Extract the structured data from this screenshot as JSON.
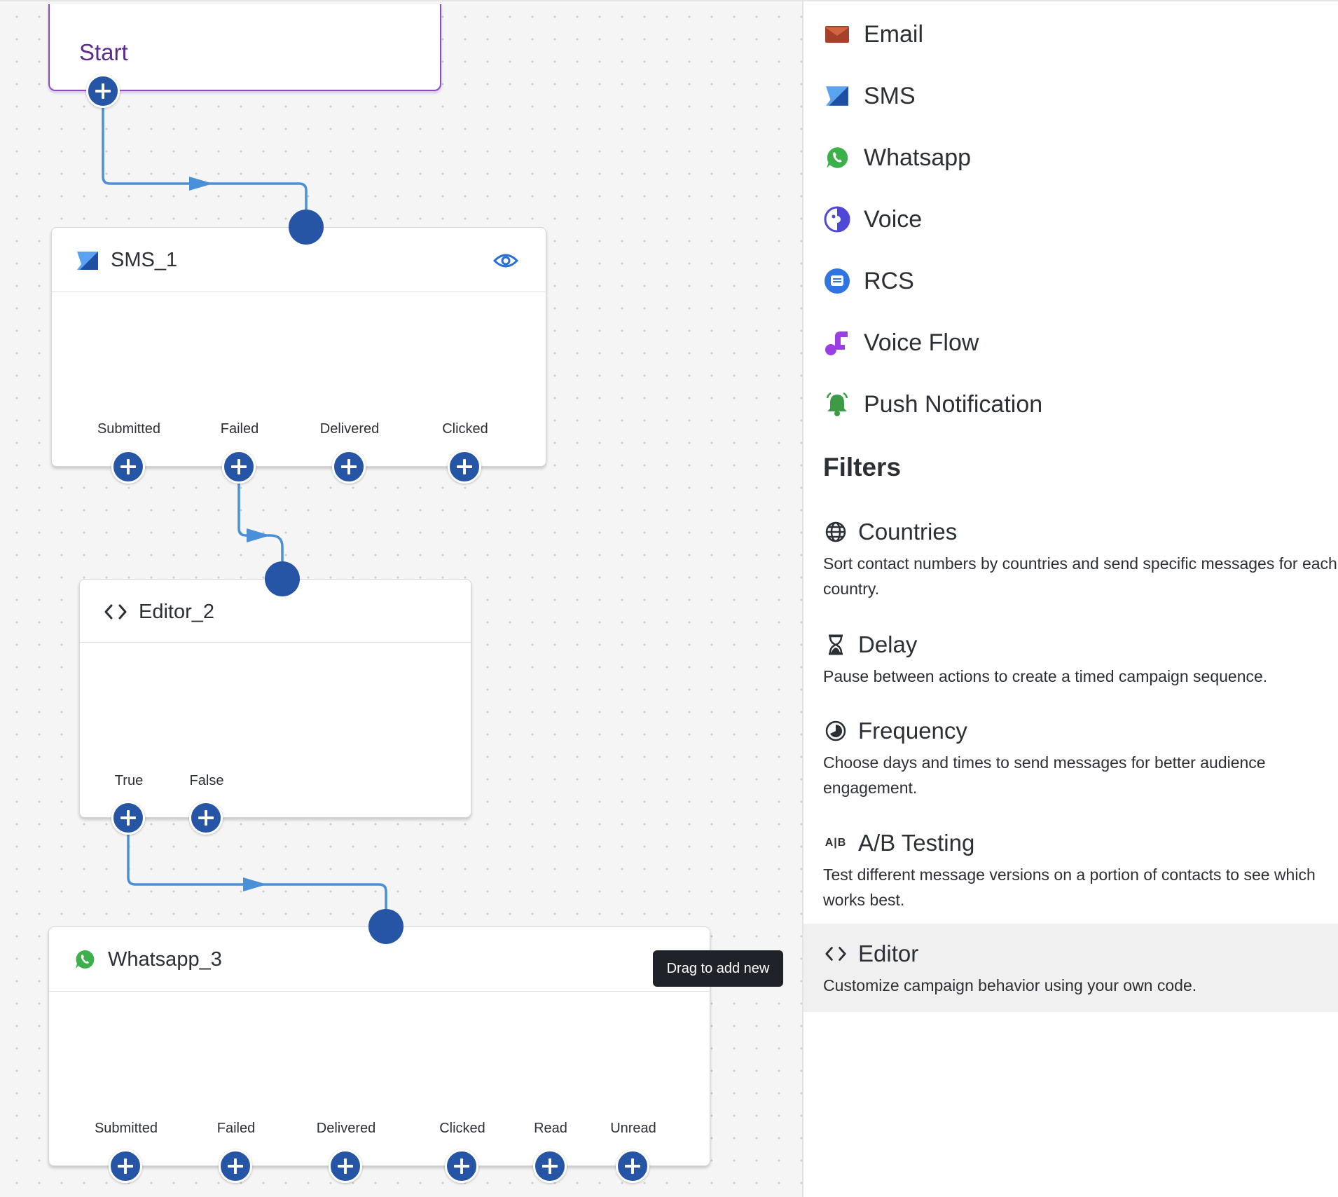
{
  "canvas": {
    "start_node": {
      "title": "Start"
    },
    "sms_node": {
      "title": "SMS_1",
      "outputs": [
        "Submitted",
        "Failed",
        "Delivered",
        "Clicked"
      ]
    },
    "editor_node": {
      "title": "Editor_2",
      "outputs": [
        "True",
        "False"
      ]
    },
    "whatsapp_node": {
      "title": "Whatsapp_3",
      "outputs": [
        "Submitted",
        "Failed",
        "Delivered",
        "Clicked",
        "Read",
        "Unread"
      ]
    },
    "tooltip": "Drag to add new"
  },
  "panel": {
    "channels": [
      {
        "label": "Email",
        "icon": "email-icon",
        "color": "#a5412b"
      },
      {
        "label": "SMS",
        "icon": "sms-icon",
        "color": "#2a6fd6"
      },
      {
        "label": "Whatsapp",
        "icon": "whatsapp-icon",
        "color": "#3cb04a"
      },
      {
        "label": "Voice",
        "icon": "voice-icon",
        "color": "#4f47d6"
      },
      {
        "label": "RCS",
        "icon": "rcs-icon",
        "color": "#2f74e0"
      },
      {
        "label": "Voice Flow",
        "icon": "voice-flow-icon",
        "color": "#9b3fe3"
      },
      {
        "label": "Push Notification",
        "icon": "bell-icon",
        "color": "#3d9a45"
      }
    ],
    "filters_heading": "Filters",
    "filters": [
      {
        "title": "Countries",
        "icon": "globe-icon",
        "description": "Sort contact numbers by countries and send specific messages for each country."
      },
      {
        "title": "Delay",
        "icon": "hourglass-icon",
        "description": "Pause between actions to create a timed campaign sequence."
      },
      {
        "title": "Frequency",
        "icon": "frequency-icon",
        "description": "Choose days and times to send messages for better audience engagement."
      },
      {
        "title": "A/B Testing",
        "icon": "ab-icon",
        "icon_text": "A|B",
        "description": "Test different message versions on a portion of contacts to see which works best."
      },
      {
        "title": "Editor",
        "icon": "code-icon",
        "description": "Customize campaign behavior using your own code."
      }
    ],
    "accent_color": "#2755a6"
  }
}
